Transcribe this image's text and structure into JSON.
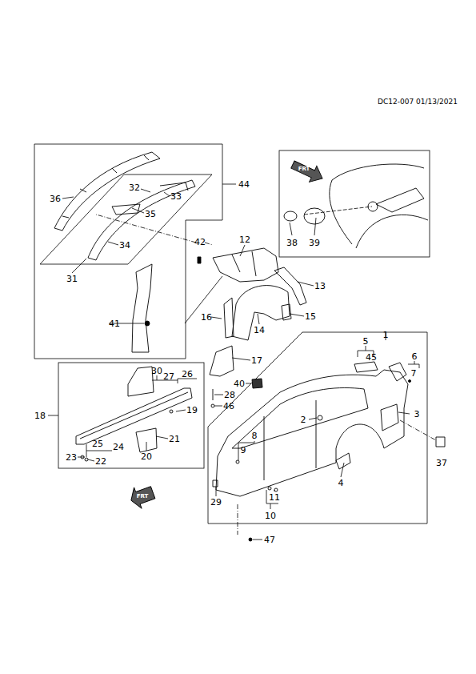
{
  "diagram": {
    "labels": [
      "DC12-007 01/13/2021",
      "44",
      "36",
      "32",
      "33",
      "35",
      "34",
      "31",
      "41",
      "42",
      "12",
      "13",
      "16",
      "15",
      "14",
      "17",
      "1",
      "5",
      "45",
      "6",
      "7",
      "3",
      "37",
      "40",
      "28",
      "46",
      "2",
      "8",
      "9",
      "4",
      "11",
      "10",
      "29",
      "47",
      "18",
      "30",
      "27",
      "26",
      "19",
      "25",
      "24",
      "21",
      "23",
      "22",
      "20",
      "FRT",
      "38",
      "39",
      "FRT"
    ]
  }
}
